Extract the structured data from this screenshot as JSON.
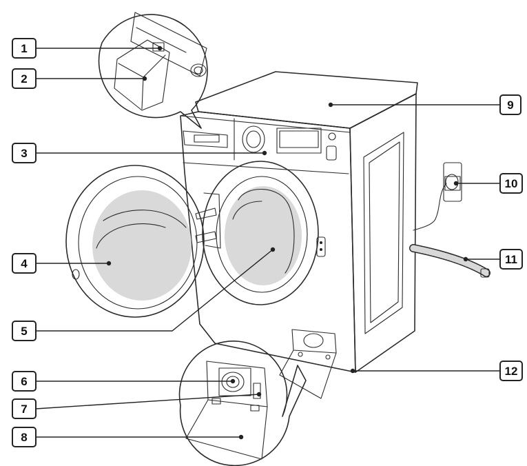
{
  "colors": {
    "line": "#2b2b2b",
    "glass": "#d9d9d9",
    "background": "#ffffff"
  },
  "callouts": [
    {
      "id": "1",
      "label": "1"
    },
    {
      "id": "2",
      "label": "2"
    },
    {
      "id": "3",
      "label": "3"
    },
    {
      "id": "4",
      "label": "4"
    },
    {
      "id": "5",
      "label": "5"
    },
    {
      "id": "6",
      "label": "6"
    },
    {
      "id": "7",
      "label": "7"
    },
    {
      "id": "8",
      "label": "8"
    },
    {
      "id": "9",
      "label": "9"
    },
    {
      "id": "10",
      "label": "10"
    },
    {
      "id": "11",
      "label": "11"
    },
    {
      "id": "12",
      "label": "12"
    }
  ]
}
